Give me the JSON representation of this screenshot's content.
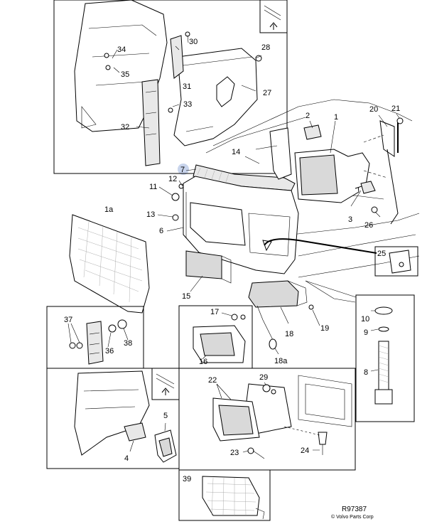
{
  "labels": {
    "p1": "1",
    "p1a": "1a",
    "p2": "2",
    "p3": "3",
    "p4": "4",
    "p5": "5",
    "p6": "6",
    "p7": "7",
    "p8": "8",
    "p9": "9",
    "p10": "10",
    "p11": "11",
    "p12": "12",
    "p13": "13",
    "p14": "14",
    "p15": "15",
    "p16": "16",
    "p17": "17",
    "p18": "18",
    "p18a": "18a",
    "p19": "19",
    "p20": "20",
    "p21": "21",
    "p22": "22",
    "p23": "23",
    "p24": "24",
    "p25": "25",
    "p26": "26",
    "p27": "27",
    "p28": "28",
    "p29": "29",
    "p30": "30",
    "p31": "31",
    "p32": "32",
    "p33": "33",
    "p34": "34",
    "p35": "35",
    "p36": "36",
    "p37": "37",
    "p38": "38",
    "p39": "39"
  },
  "footer": {
    "ref": "R97387",
    "copyright": "© Volvo Parts Corp"
  },
  "colors": {
    "line": "#000000",
    "highlight": "#c8d4ec"
  }
}
